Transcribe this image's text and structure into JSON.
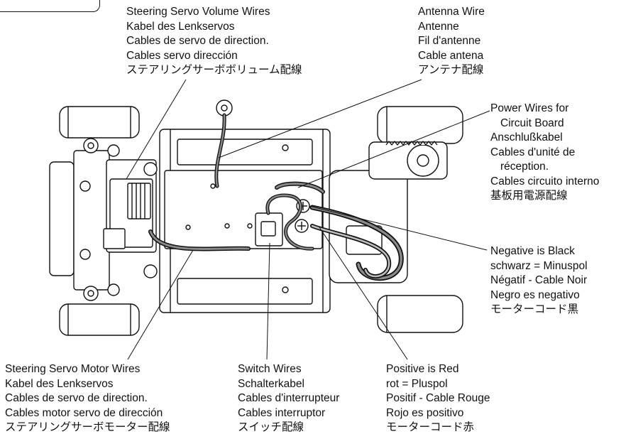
{
  "callouts": {
    "steering_servo_volume": {
      "lines": [
        "Steering Servo Volume Wires",
        "Kabel des Lenkservos",
        "Cables de servo de direction.",
        "Cables servo dirección",
        "ステアリングサーボボリューム配線"
      ]
    },
    "antenna_wire": {
      "lines": [
        "Antenna Wire",
        "Antenne",
        "Fil d'antenne",
        "Cable antena",
        "アンテナ配線"
      ]
    },
    "power_wires": {
      "lines": [
        "Power Wires for",
        "Circuit Board",
        "Anschlußkabel",
        "Cables d'unité de",
        "réception.",
        "Cables circuito interno",
        "基板用電源配線"
      ]
    },
    "negative_black": {
      "lines": [
        "Negative is Black",
        "schwarz = Minuspol",
        "Négatif - Cable Noir",
        "Negro es negativo",
        "モーターコード黒"
      ]
    },
    "steering_servo_motor": {
      "lines": [
        "Steering Servo Motor Wires",
        "Kabel des Lenkservos",
        "Cables de servo de direction.",
        "Cables motor servo de dirección",
        "ステアリングサーボモーター配線"
      ]
    },
    "switch_wires": {
      "lines": [
        "Switch Wires",
        "Schalterkabel",
        "Cables d'interrupteur",
        "Cables interruptor",
        "スイッチ配線"
      ]
    },
    "positive_red": {
      "lines": [
        "Positive is Red",
        "rot = Pluspol",
        "Positif - Cable Rouge",
        "Rojo es positivo",
        "モーターコード赤"
      ]
    }
  },
  "colors": {
    "ink": "#111111",
    "wire_gray": "#8a8a8a",
    "body_fill": "#ffffff"
  }
}
